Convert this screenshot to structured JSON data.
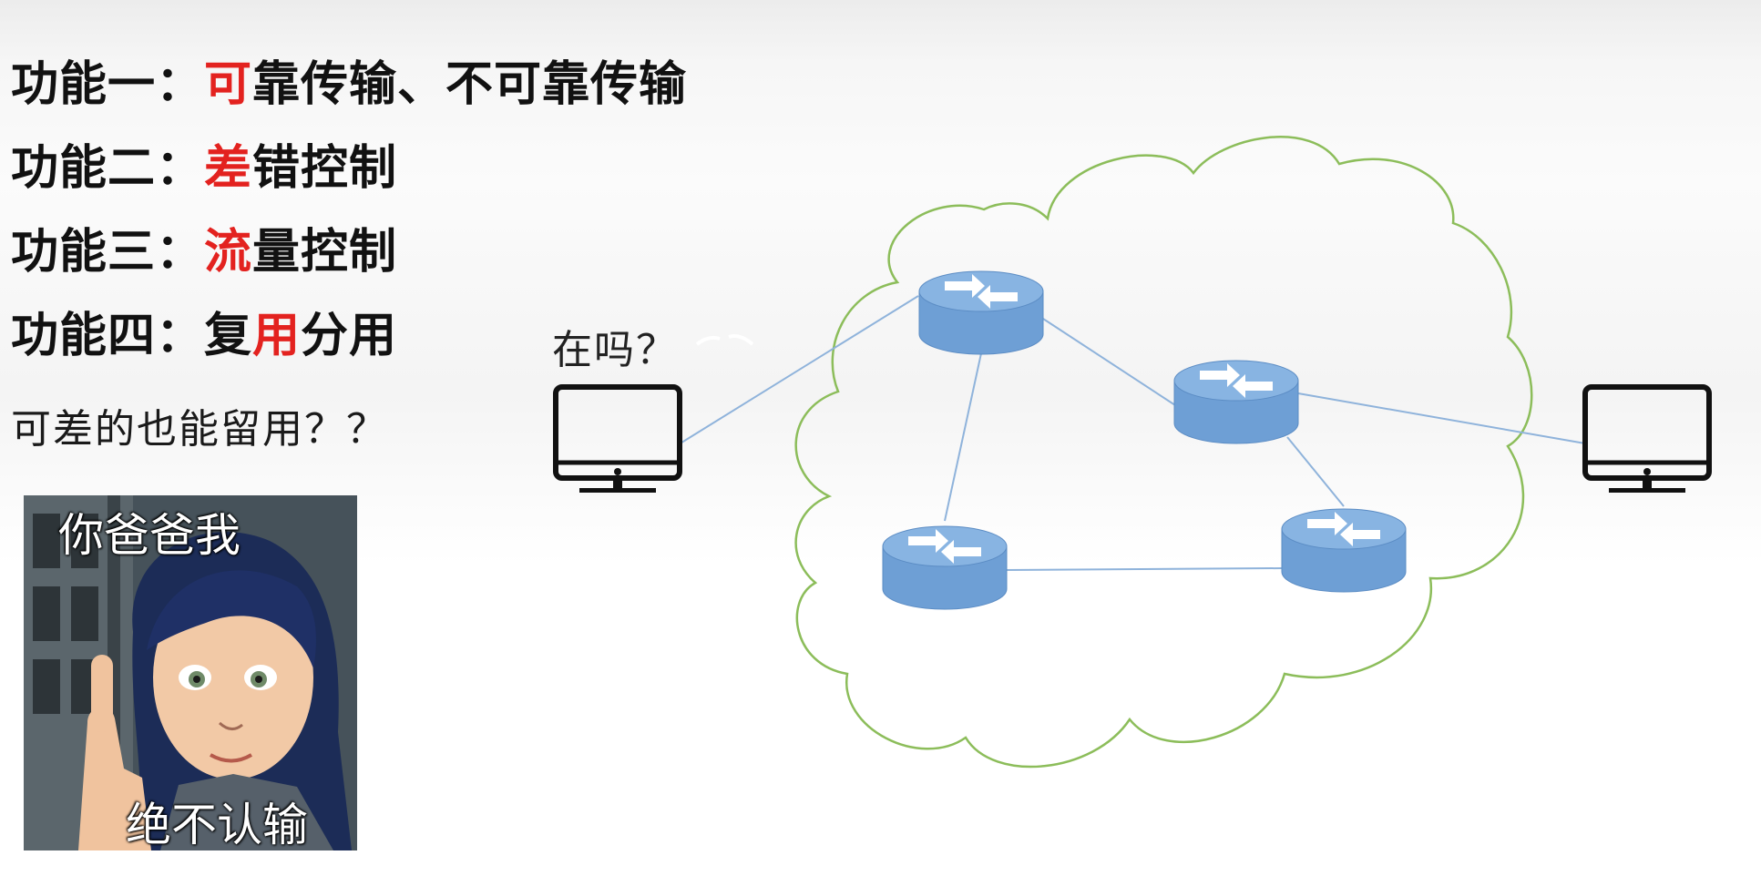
{
  "features": [
    {
      "prefix": "功能一：",
      "accent": "可",
      "rest": "靠传输、不可靠传输"
    },
    {
      "prefix": "功能二：",
      "accent": "差",
      "rest": "错控制"
    },
    {
      "prefix": "功能三：",
      "accent": "流",
      "rest": "量控制"
    },
    {
      "prefix": "功能四：复",
      "accent": "用",
      "rest": "分用"
    }
  ],
  "question": "可差的也能留用？？",
  "meme": {
    "top_caption": "你爸爸我",
    "bottom_caption": "绝不认输"
  },
  "network": {
    "sender_bubble": "在吗？"
  },
  "colors": {
    "accent": "#e3221f",
    "cloud": "#8cbd5a",
    "router_fill": "#6e9fd5",
    "router_top": "#88b4e2",
    "link": "#8fb3db",
    "computer": "#111111"
  },
  "icons": [
    "computer-icon",
    "router-icon",
    "cloud-outline"
  ]
}
